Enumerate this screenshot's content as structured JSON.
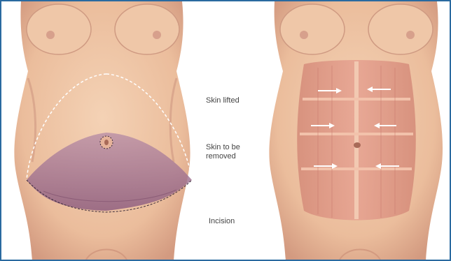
{
  "labels": {
    "skin_lifted": "Skin lifted",
    "skin_removed": "Skin  to be\nremoved",
    "incision": "Incision"
  },
  "colors": {
    "frame": "#2a6aa0",
    "skin": "#ecc19f",
    "skin_shadow": "#c9917c",
    "removal_area": "#9b6e8e",
    "muscle": "#d98c78",
    "arrow": "#ffffff"
  }
}
